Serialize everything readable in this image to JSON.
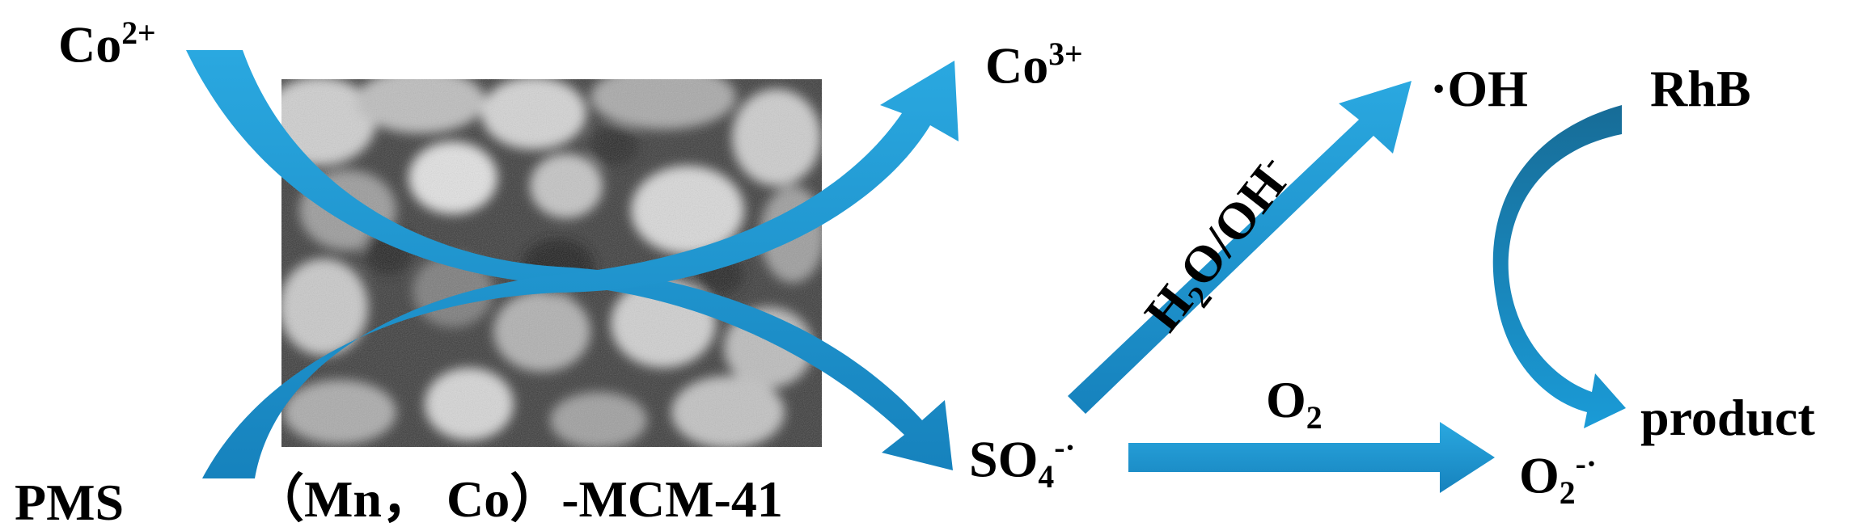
{
  "labels": {
    "co2_base": "Co",
    "co2_sup": "2+",
    "co3_base": "Co",
    "co3_sup": "3+",
    "pms": "PMS",
    "catalyst": "（Mn， Co）-MCM-41",
    "so4_base": "SO",
    "so4_sub": "4",
    "so4_sup": "-·",
    "oh": "·OH",
    "h2o_a": "H",
    "h2o_sub": "2",
    "h2o_b": "O/OH",
    "h2o_sup": "-",
    "o2_base": "O",
    "o2_sub": "2",
    "o2rad_base": "O",
    "o2rad_sub": "2",
    "o2rad_sup": "-·",
    "rhb": "RhB",
    "product": "product"
  },
  "colors": {
    "arrow": "#1a9bd7",
    "arrow_dark": "#1681b8",
    "text": "#000000",
    "sem_dark": "#1a1a1a",
    "sem_light": "#b8b8b8"
  },
  "icons": {
    "sem_image": "sem-micrograph-image"
  }
}
